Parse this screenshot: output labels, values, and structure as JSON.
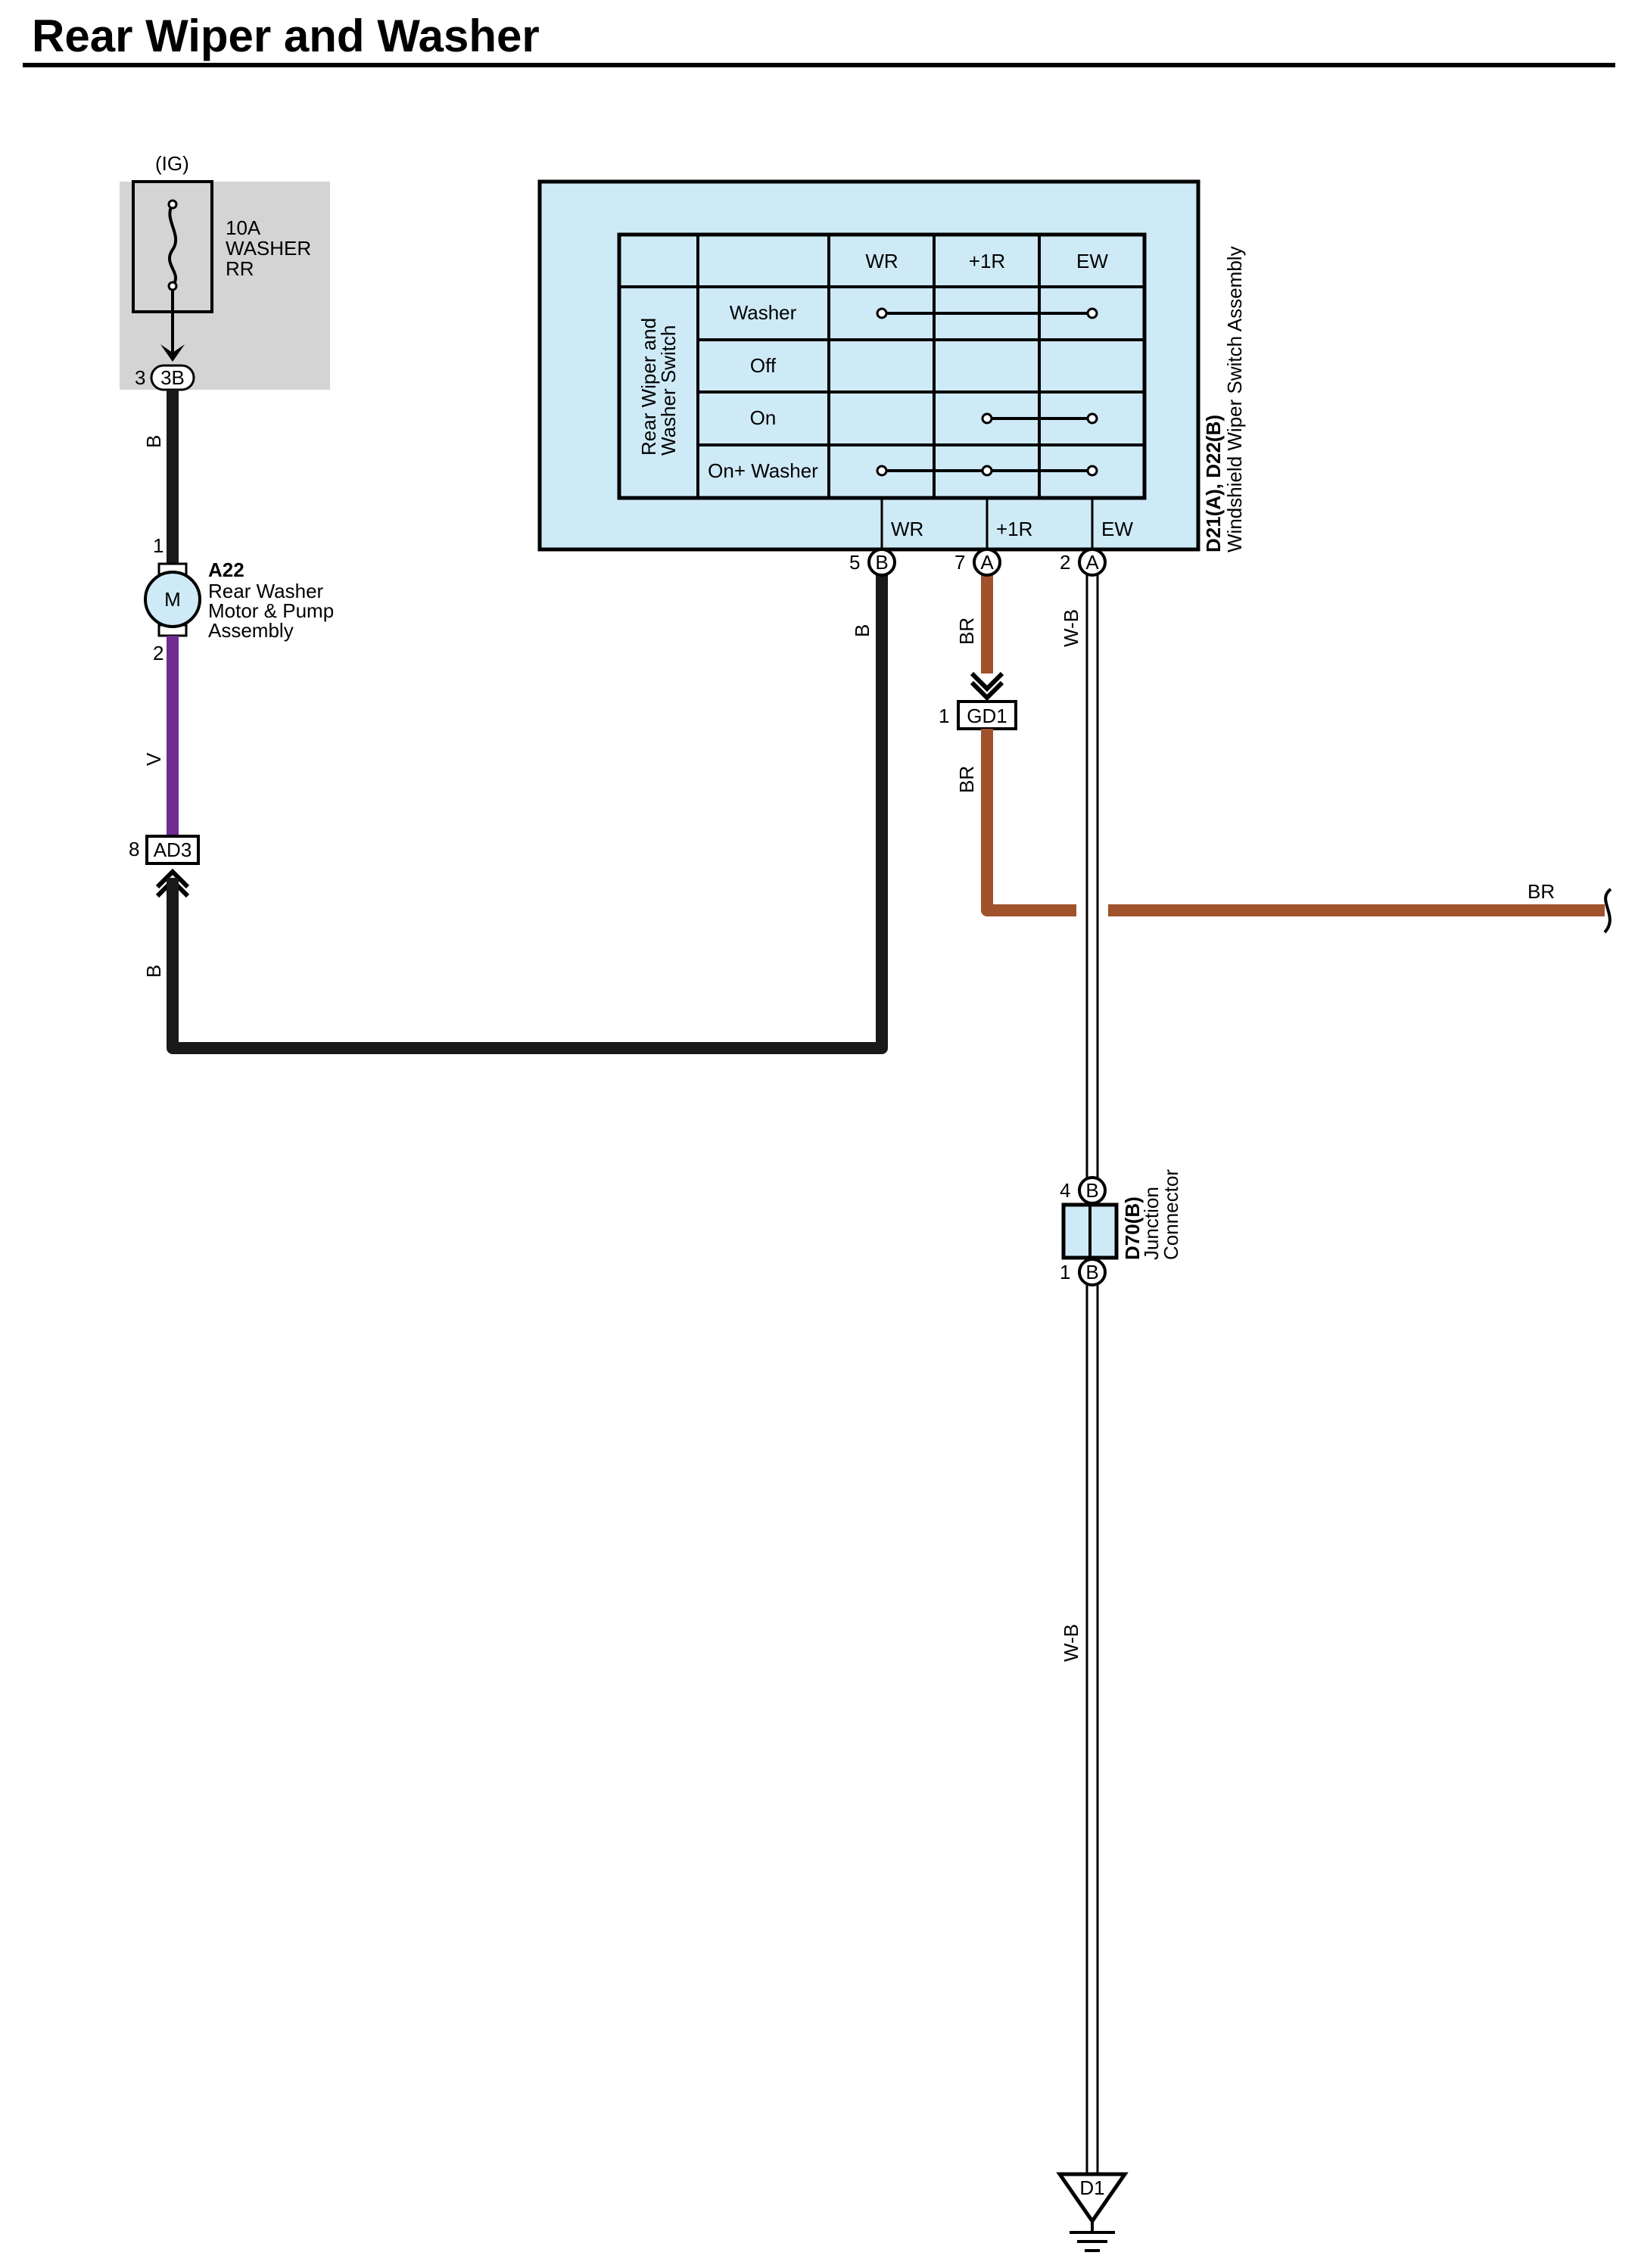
{
  "title": "Rear Wiper and Washer",
  "fuse": {
    "supply": "(IG)",
    "rating": "10A",
    "name_line1": "WASHER",
    "name_line2": "RR",
    "connector": "3B",
    "pin": "3"
  },
  "motor": {
    "symbol": "M",
    "id": "A22",
    "name_line1": "Rear Washer",
    "name_line2": "Motor & Pump",
    "name_line3": "Assembly",
    "pin_top": "1",
    "pin_bottom": "2"
  },
  "connector_ad3": {
    "name": "AD3",
    "pin": "8"
  },
  "connector_gd1": {
    "name": "GD1",
    "pin": "1"
  },
  "switch_assembly": {
    "ids": "D21(A), D22(B)",
    "name": "Windshield Wiper Switch Assembly",
    "table_title_line1": "Rear Wiper and",
    "table_title_line2": "Washer Switch",
    "columns": [
      "WR",
      "+1R",
      "EW"
    ],
    "rows": [
      "Washer",
      "Off",
      "On",
      "On+ Washer"
    ],
    "terminals": [
      {
        "label": "WR",
        "pin": "5",
        "connector": "B"
      },
      {
        "label": "+1R",
        "pin": "7",
        "connector": "A"
      },
      {
        "label": "EW",
        "pin": "2",
        "connector": "A"
      }
    ]
  },
  "junction": {
    "id": "D70(B)",
    "name_line1": "Junction",
    "name_line2": "Connector",
    "pin_top": "4",
    "pin_bottom": "1",
    "connector": "B"
  },
  "ground": {
    "name": "D1"
  },
  "wires": {
    "fuse_to_motor": "B",
    "motor_to_ad3": "V",
    "ad3_to_switch": "B",
    "switch_wr": "B",
    "switch_1r_upper": "BR",
    "switch_1r_lower": "BR",
    "br_continue": "BR",
    "ew_upper": "W-B",
    "ew_lower": "W-B"
  },
  "colors": {
    "black_wire": "#1a1a1a",
    "violet_wire": "#6f2c91",
    "brown_wire": "#a0522d",
    "component_fill": "#cfeaf7",
    "fuse_block_fill": "#d4d4d4"
  }
}
